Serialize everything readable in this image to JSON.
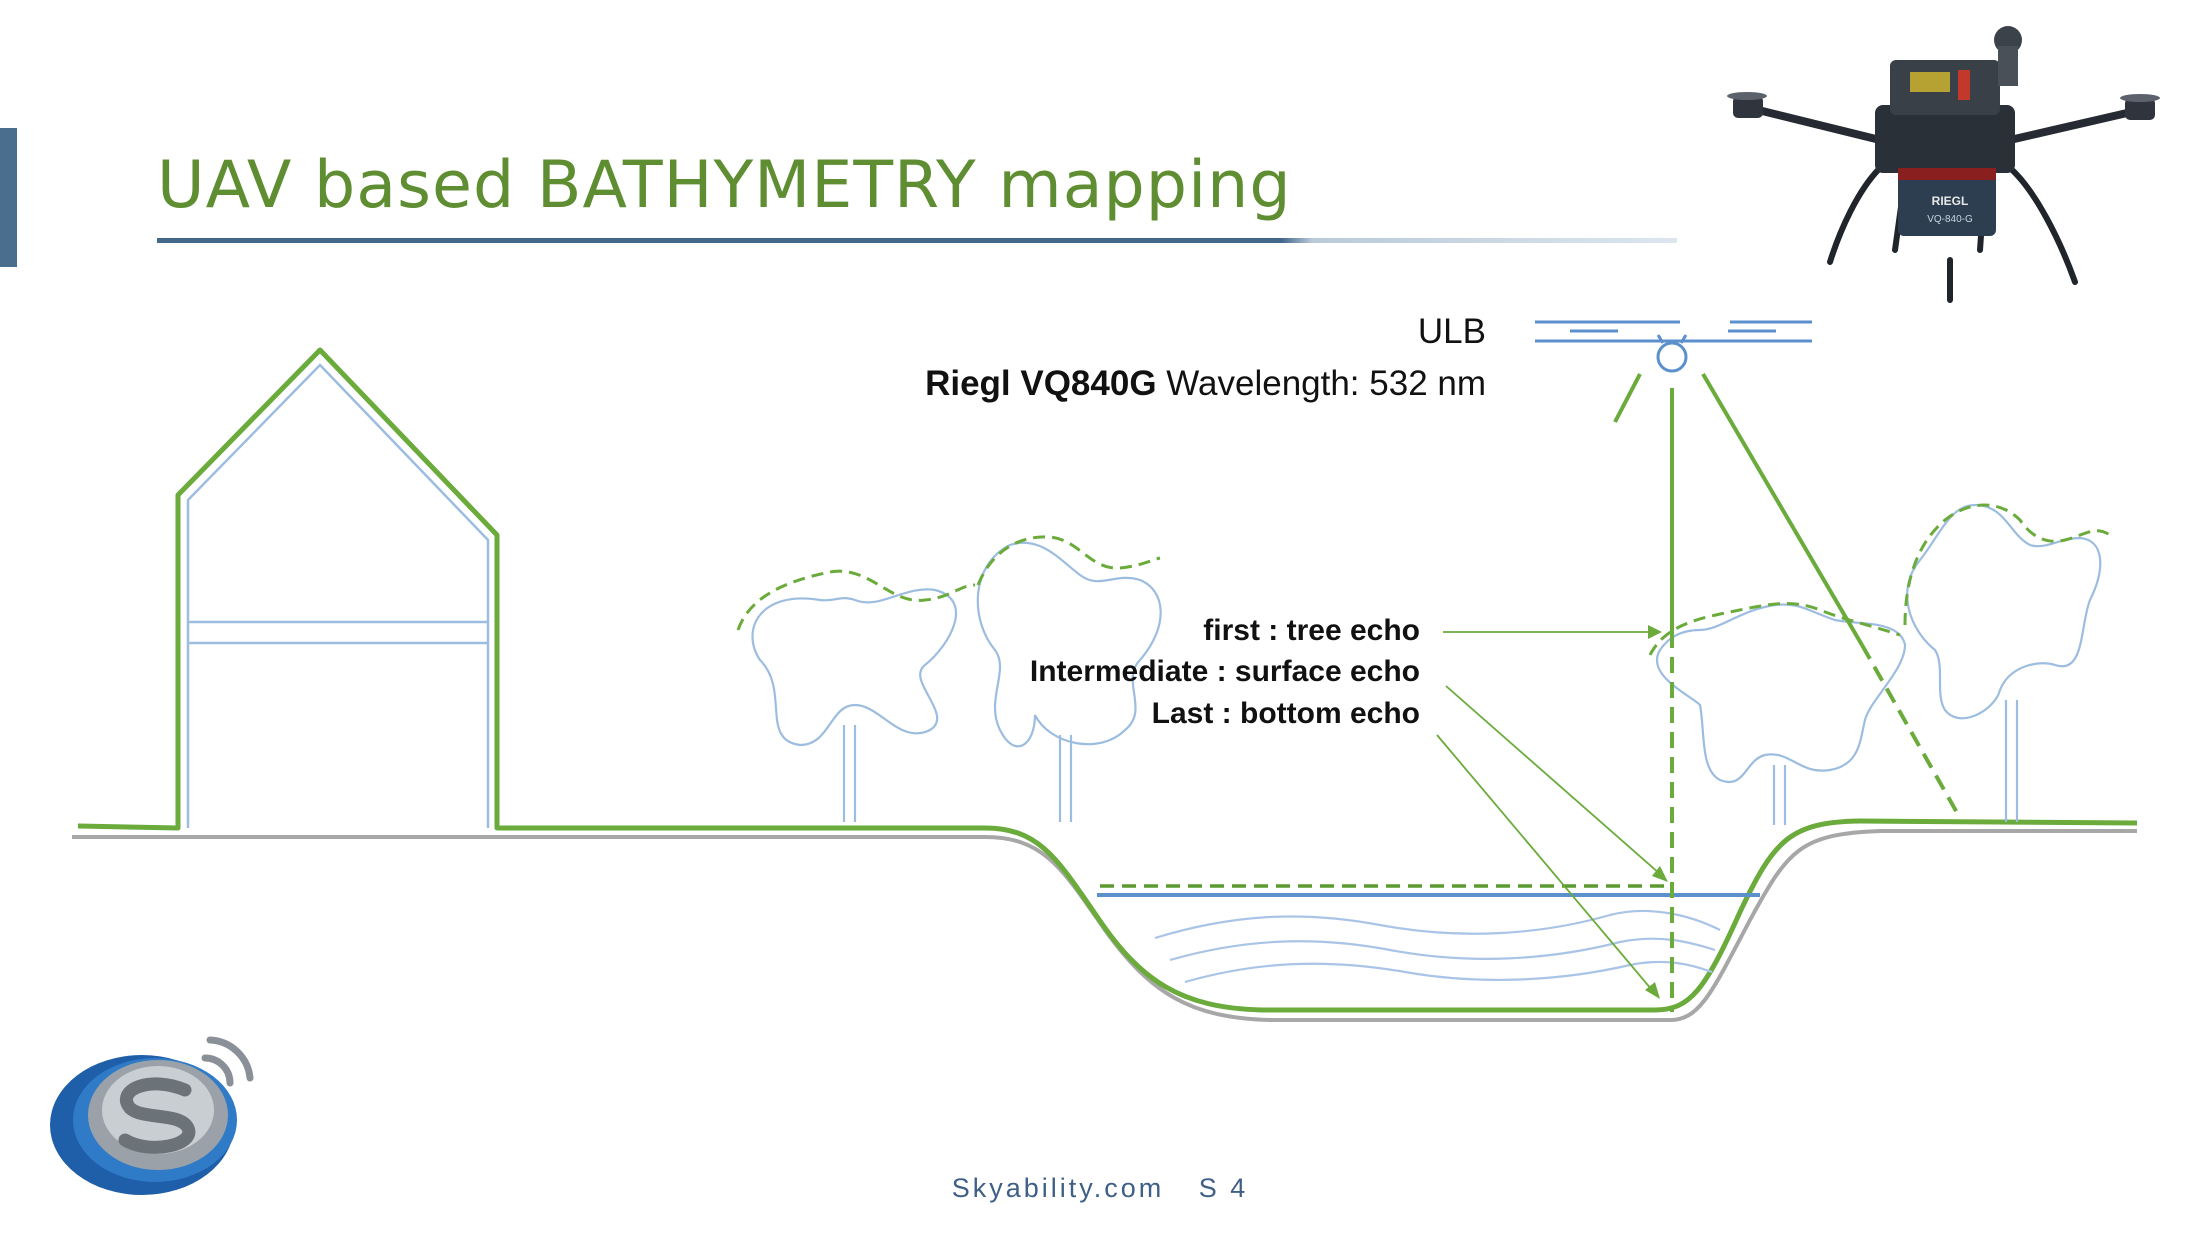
{
  "slide": {
    "title": "UAV based BATHYMETRY mapping",
    "accent_color": "#5e8e31",
    "rule_color": "#44688c"
  },
  "sensor": {
    "platform": "ULB",
    "model": "Riegl VQ840G",
    "wavelength": "Wavelength: 532 nm"
  },
  "echoes": [
    "first : tree echo",
    "Intermediate : surface echo",
    "Last : bottom echo"
  ],
  "drone_photo": {
    "icon": "octocopter-drone-icon",
    "body_text": "RIEGL",
    "model_text": "VQ-840-G"
  },
  "logo": {
    "icon": "skyability-s-logo-icon",
    "letter": "S"
  },
  "footer": {
    "site": "Skyability.com",
    "slide_number": "S 4"
  },
  "colors": {
    "green": "#6aab3b",
    "blue": "#6f9bd1",
    "water": "#5b90cc",
    "ground_shadow": "#a7a7a7"
  }
}
